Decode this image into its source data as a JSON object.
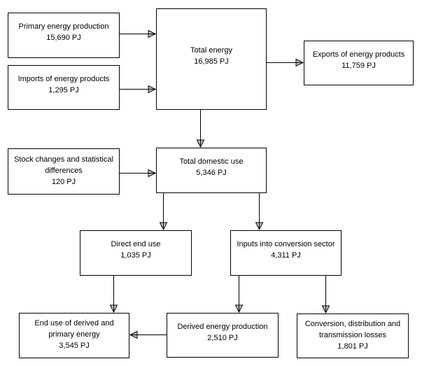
{
  "diagram_type": "energy-flow-chart",
  "unit_suffix": "PJ",
  "colors": {
    "background": "#ffffff",
    "box_border": "#000000",
    "text": "#000000",
    "arrow_line": "#000000",
    "arrowhead_fill": "#c0c0c0"
  },
  "nodes": {
    "primary": {
      "lines": [
        "Primary energy production",
        "15,690 PJ"
      ]
    },
    "imports": {
      "lines": [
        "Imports of energy products",
        "1,295 PJ"
      ]
    },
    "total_energy": {
      "lines": [
        "Total energy",
        "16,985 PJ"
      ]
    },
    "exports": {
      "lines": [
        "Exports of energy products",
        "11,759 PJ"
      ]
    },
    "stock_changes": {
      "lines": [
        "Stock changes and statistical",
        "differences",
        "120 PJ"
      ]
    },
    "total_domestic_use": {
      "lines": [
        "Total domestic use",
        "5,346 PJ"
      ]
    },
    "direct_end_use": {
      "lines": [
        "Direct end use",
        "1,035 PJ"
      ]
    },
    "inputs_conversion": {
      "lines": [
        "Inputs into conversion sector",
        "4,311 PJ"
      ]
    },
    "end_use_derived_primary": {
      "lines": [
        "End use of derived and",
        "primary energy",
        "3,545 PJ"
      ]
    },
    "derived_production": {
      "lines": [
        "Derived energy production",
        "2,510 PJ"
      ]
    },
    "conversion_losses": {
      "lines": [
        "Conversion, distribution and",
        "transmission losses",
        "1,801 PJ"
      ]
    }
  },
  "edges": [
    {
      "from": "primary",
      "to": "total_energy"
    },
    {
      "from": "imports",
      "to": "total_energy"
    },
    {
      "from": "total_energy",
      "to": "exports"
    },
    {
      "from": "total_energy",
      "to": "total_domestic_use"
    },
    {
      "from": "stock_changes",
      "to": "total_domestic_use"
    },
    {
      "from": "total_domestic_use",
      "to": "direct_end_use"
    },
    {
      "from": "total_domestic_use",
      "to": "inputs_conversion"
    },
    {
      "from": "direct_end_use",
      "to": "end_use_derived_primary"
    },
    {
      "from": "inputs_conversion",
      "to": "derived_production"
    },
    {
      "from": "inputs_conversion",
      "to": "conversion_losses"
    },
    {
      "from": "derived_production",
      "to": "end_use_derived_primary"
    }
  ]
}
